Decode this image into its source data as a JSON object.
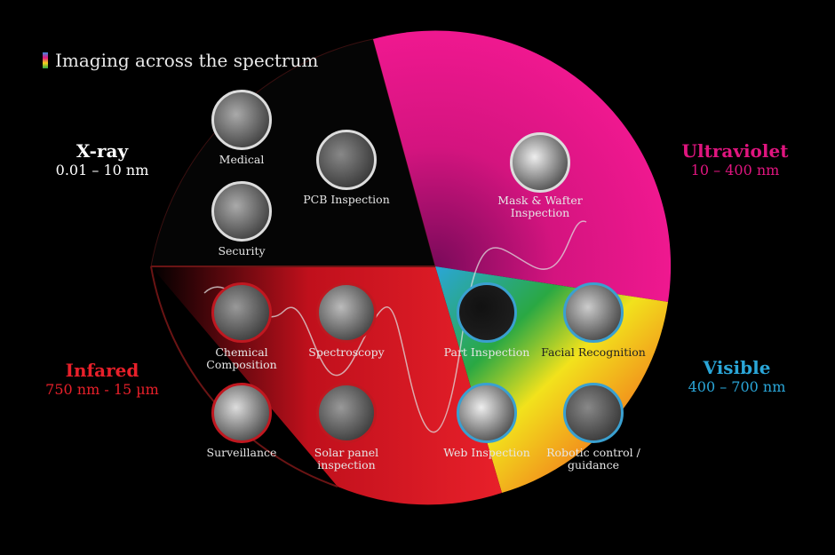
{
  "title": "Imaging across the spectrum",
  "bands": [
    {
      "name": "X-ray",
      "range": "0.01 – 10 nm",
      "color": "#ffffff"
    },
    {
      "name": "Ultraviolet",
      "range": "10 – 400 nm",
      "color": "#e0157f"
    },
    {
      "name": "Infared",
      "range": "750 nm - 15 µm",
      "color": "#e8202a"
    },
    {
      "name": "Visible",
      "range": "400 – 700 nm",
      "color": "#2aa6d8"
    }
  ],
  "applications": [
    {
      "label": "Medical",
      "icon": "spine-xray-icon",
      "band": "X-ray"
    },
    {
      "label": "Security",
      "icon": "luggage-xray-icon",
      "band": "X-ray"
    },
    {
      "label": "PCB Inspection",
      "icon": "circuit-board-icon",
      "band": "X-ray"
    },
    {
      "label": "Mask & Wafter Inspection",
      "icon": "wafer-icon",
      "band": "Ultraviolet"
    },
    {
      "label": "Chemical Composition",
      "icon": "pills-icon",
      "band": "Infared"
    },
    {
      "label": "Spectroscopy",
      "icon": "brain-icon",
      "band": "Infared"
    },
    {
      "label": "Part Inspection",
      "icon": "bottles-icon",
      "band": "Visible"
    },
    {
      "label": "Facial Recognition",
      "icon": "face-icon",
      "band": "Visible"
    },
    {
      "label": "Surveillance",
      "icon": "person-silhouette-icon",
      "band": "Infared"
    },
    {
      "label": "Solar panel inspection",
      "icon": "solar-panel-icon",
      "band": "Infared"
    },
    {
      "label": "Web Inspection",
      "icon": "web-roller-icon",
      "band": "Visible"
    },
    {
      "label": "Robotic control / guidance",
      "icon": "robot-arm-icon",
      "band": "Visible"
    }
  ]
}
